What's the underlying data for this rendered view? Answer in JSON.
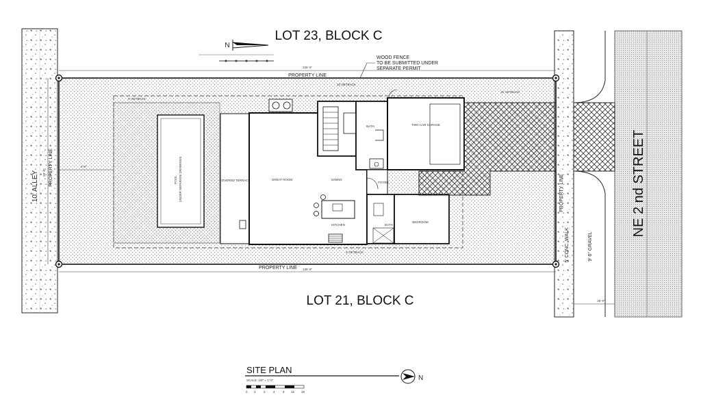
{
  "labels": {
    "lot_top": "LOT 23, BLOCK C",
    "lot_bottom": "LOT 21, BLOCK C",
    "street": "NE 2 nd STREET",
    "alley": "10' ALLEY",
    "property_line": "PROPERTY LINE",
    "property_line_left": "PROPERTY LINE",
    "property_line_right": "PROPERTY LINE",
    "conc_walk": "5' CONC. WALK",
    "gravel": "9' 6\" GRAVEL",
    "fence_note": [
      "WOOD FENCE",
      "TO BE SUBMITTED UNDER",
      "SEPARATE PERMIT"
    ],
    "north": "N",
    "dim_top": "135'-0\"",
    "dim_bottom": "135'-0\"",
    "dim_street": "25'-0\"",
    "dim_left": "50'-0\"",
    "dim_alley": "4'-0\"",
    "setback_front": "15' SETBACK",
    "setback_rear": "5' SETBACK",
    "setback_side_top": "10' SETBACK",
    "setback_side_bot": "5' SETBACK",
    "pool": [
      "POOL",
      "UNDER SEPARATE DRAWINGS"
    ],
    "rooms": {
      "covered_terrace": "COVERED TERRACE",
      "great_room": "GREAT ROOM",
      "dining": "DINING",
      "kitchen": "KITCHEN",
      "foyer": "FOYER",
      "bath1": "BATH",
      "bath2": "BATH",
      "bedroom": "BEDROOM",
      "garage": "TWO CAR GARAGE"
    },
    "site_plan_title": "SITE PLAN",
    "scale_text": "SCALE: 1/8\" = 1'-0\"",
    "scale_ticks": [
      "0",
      "1",
      "2",
      "4",
      "8",
      "12",
      "16"
    ]
  },
  "colors": {
    "line": "#1a1a1a",
    "hatch": "#333333",
    "paper": "#ffffff"
  }
}
